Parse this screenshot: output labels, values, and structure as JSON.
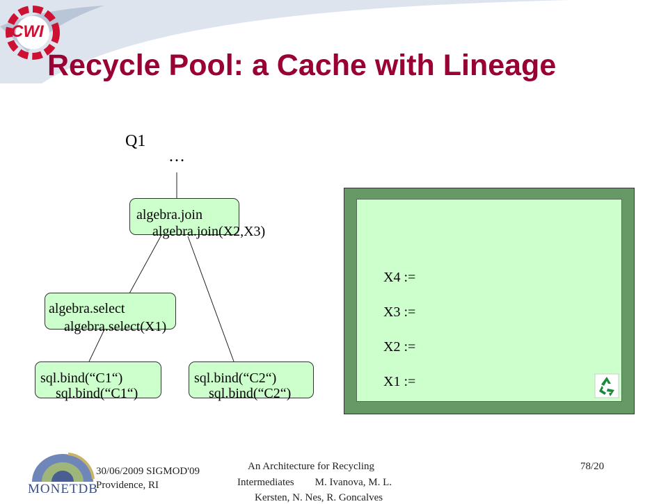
{
  "slide": {
    "title": "Recycle Pool: a Cache with Lineage"
  },
  "tree": {
    "query_label": "Q1",
    "ellipsis": "…",
    "join_node": "algebra.join",
    "join_call": "algebra.join(X2,X3)",
    "select_node": "algebra.select",
    "select_call": "algebra.select(X1)",
    "bind_c1_node": "sql.bind(“C1“)",
    "bind_c1_call": "sql.bind(“C1“)",
    "bind_c2_node": "sql.bind(“C2“)",
    "bind_c2_call": "sql.bind(“C2“)"
  },
  "pool": {
    "entries": [
      "X4 :=",
      "X3 :=",
      "X2 :=",
      "X1 :="
    ],
    "icon": "recycle-icon"
  },
  "footer": {
    "date_line1": "30/06/2009 SIGMOD'09",
    "date_line2": "Providence, RI",
    "center_line1": "An Architecture for Recycling",
    "center_line2": "Intermediates        M. Ivanova, M. L.",
    "center_line3": "Kersten, N. Nes, R. Goncalves",
    "page": "78/20"
  },
  "logos": {
    "cwi": "CWI",
    "monetdb": "MONETDB"
  },
  "colors": {
    "title": "#990033",
    "node_fill": "#ccffcc",
    "pool_frame": "#669966",
    "cwi_logo": "#cc1133"
  }
}
